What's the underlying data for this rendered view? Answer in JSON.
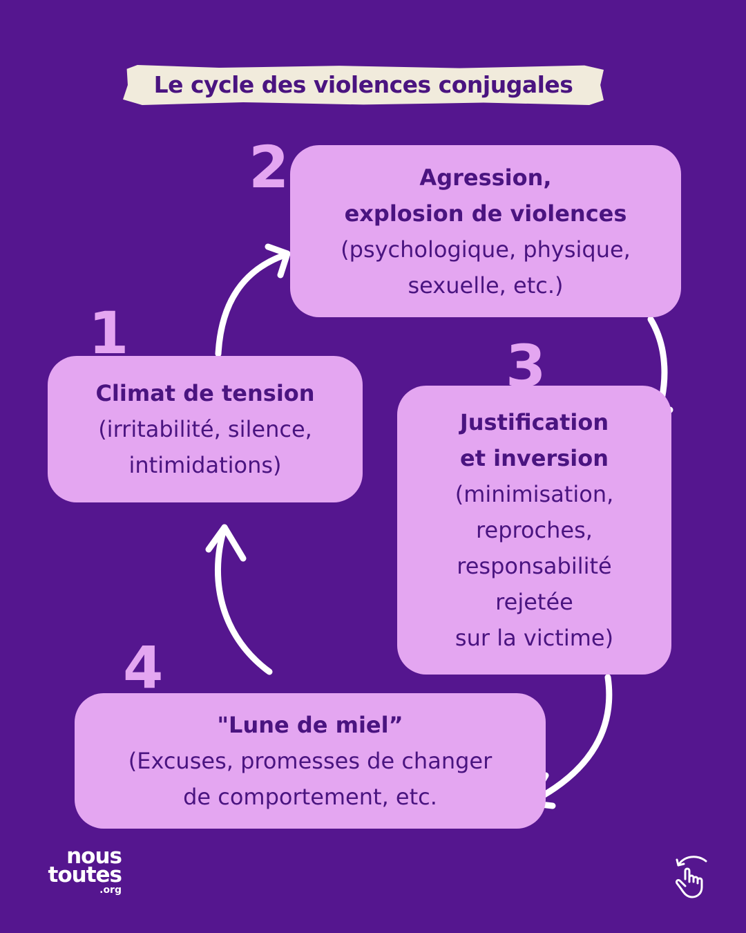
{
  "title": "Le cycle des violences conjugales",
  "steps": [
    {
      "number": "1",
      "title": "Climat de tension",
      "description": "(irritabilité, silence,\nintimidations)"
    },
    {
      "number": "2",
      "title": "Agression,\nexplosion de violences",
      "description": "(psychologique, physique,\nsexuelle, etc.)"
    },
    {
      "number": "3",
      "title": "Justification\net inversion",
      "description": "(minimisation,\nreproches,\nresponsabilité\nrejetée\nsur la victime)"
    },
    {
      "number": "4",
      "title": "\"Lune de miel”",
      "description": "(Excuses, promesses de changer\nde comportement, etc."
    }
  ],
  "logo": {
    "line1": "nous",
    "line2": "toutes",
    "line3": ".org"
  },
  "icons": {
    "swipe": "swipe-hand-icon"
  },
  "colors": {
    "background": "#55168f",
    "box": "#e4a6f1",
    "text": "#4a1480",
    "title_band": "#f1ebdc",
    "arrow": "#ffffff"
  }
}
